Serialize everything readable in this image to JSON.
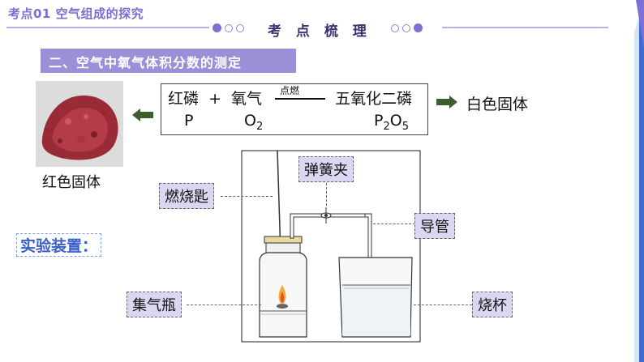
{
  "header": {
    "topic": "考点01  空气组成的探究",
    "center_title": "考 点 梳 理"
  },
  "section": {
    "title": "二、空气中氧气体积分数的测定"
  },
  "equation": {
    "reactant1_name": "红磷",
    "plus": "+",
    "reactant2_name": "氧气",
    "condition": "点燃",
    "product_name": "五氧化二磷",
    "reactant1_formula": "P",
    "reactant2_formula_base": "O",
    "reactant2_formula_sub": "2",
    "product_formula_p": "P",
    "product_formula_p_sub": "2",
    "product_formula_o": "O",
    "product_formula_o_sub": "5"
  },
  "sample_caption": "红色固体",
  "product_state": "白色固体",
  "apparatus_heading": "实验装置：",
  "labels": {
    "spring_clamp": "弹簧夹",
    "combustion_spoon": "燃烧匙",
    "conduit": "导管",
    "gas_bottle": "集气瓶",
    "beaker": "烧杯"
  },
  "colors": {
    "accent": "#7d70d4",
    "section_bg": "#9b8fd8",
    "label_bg": "#ddd6f3",
    "arrow": "#3c5e2e",
    "sample": "#a3323c"
  }
}
